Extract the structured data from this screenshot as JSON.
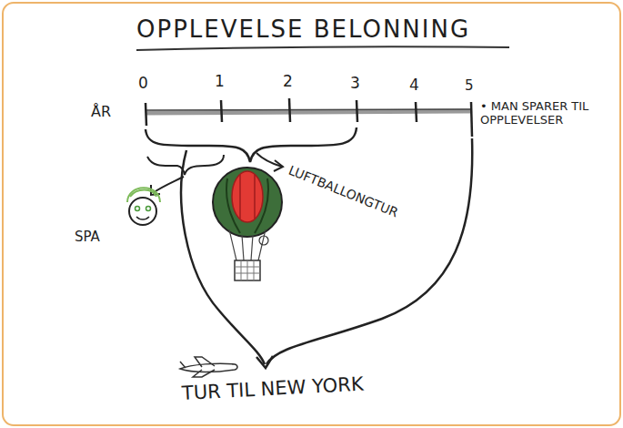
{
  "diagram": {
    "title": "OPPLEVELSE BELONNING",
    "labels": [
      "ÅR",
      "0",
      "1",
      "2",
      "3",
      "4",
      "5",
      "• MAN SPARER TIL OPPLEVELSER",
      "SPA",
      "LUFTBALLONGTUR",
      "TUR TIL NEW YORK"
    ]
  }
}
